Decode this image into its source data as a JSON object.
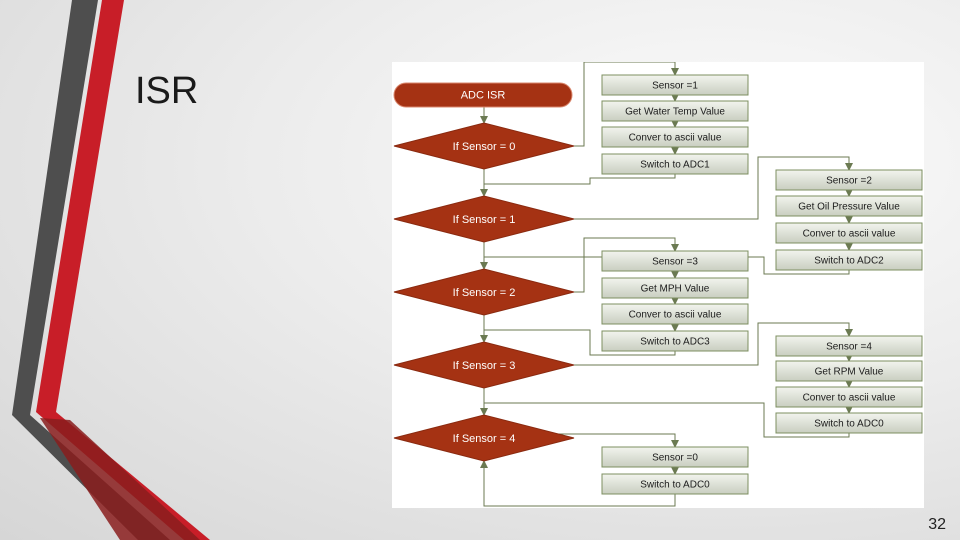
{
  "slide": {
    "title": "ISR",
    "page_number": "32"
  },
  "theme": {
    "accent_red": "#c0202a",
    "accent_gray": "#555555",
    "shape_fill": "#a53213",
    "box_border": "#7d8f60"
  },
  "flowchart": {
    "start": "ADC ISR",
    "decisions": [
      "If Sensor = 0",
      "If Sensor = 1",
      "If Sensor = 2",
      "If Sensor = 3",
      "If Sensor = 4"
    ],
    "branches": [
      [
        "Sensor =1",
        "Get Water Temp Value",
        "Conver to ascii value",
        "Switch to ADC1"
      ],
      [
        "Sensor =2",
        "Get Oil Pressure Value",
        "Conver to ascii value",
        "Switch to ADC2"
      ],
      [
        "Sensor =3",
        "Get MPH Value",
        "Conver to ascii value",
        "Switch to ADC3"
      ],
      [
        "Sensor =4",
        "Get RPM Value",
        "Conver to ascii value",
        "Switch to ADC0"
      ],
      [
        "Sensor =0",
        "Switch to ADC0"
      ]
    ]
  }
}
